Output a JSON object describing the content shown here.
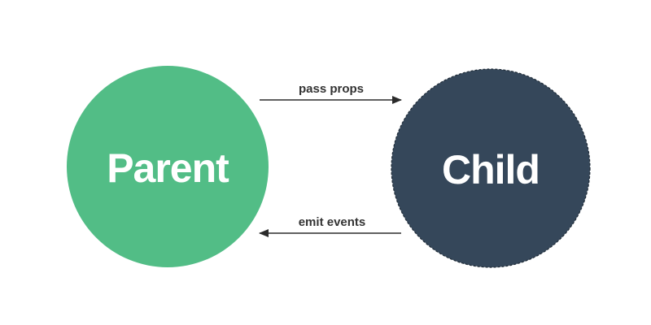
{
  "nodes": {
    "parent": {
      "label": "Parent",
      "color": "#52bd86"
    },
    "child": {
      "label": "Child",
      "color": "#35475a",
      "border_color": "#1f2b37"
    }
  },
  "edges": {
    "pass_props": {
      "label": "pass props",
      "direction": "parent-to-child"
    },
    "emit_events": {
      "label": "emit events",
      "direction": "child-to-parent"
    }
  },
  "arrow_color": "#2b2b2b"
}
